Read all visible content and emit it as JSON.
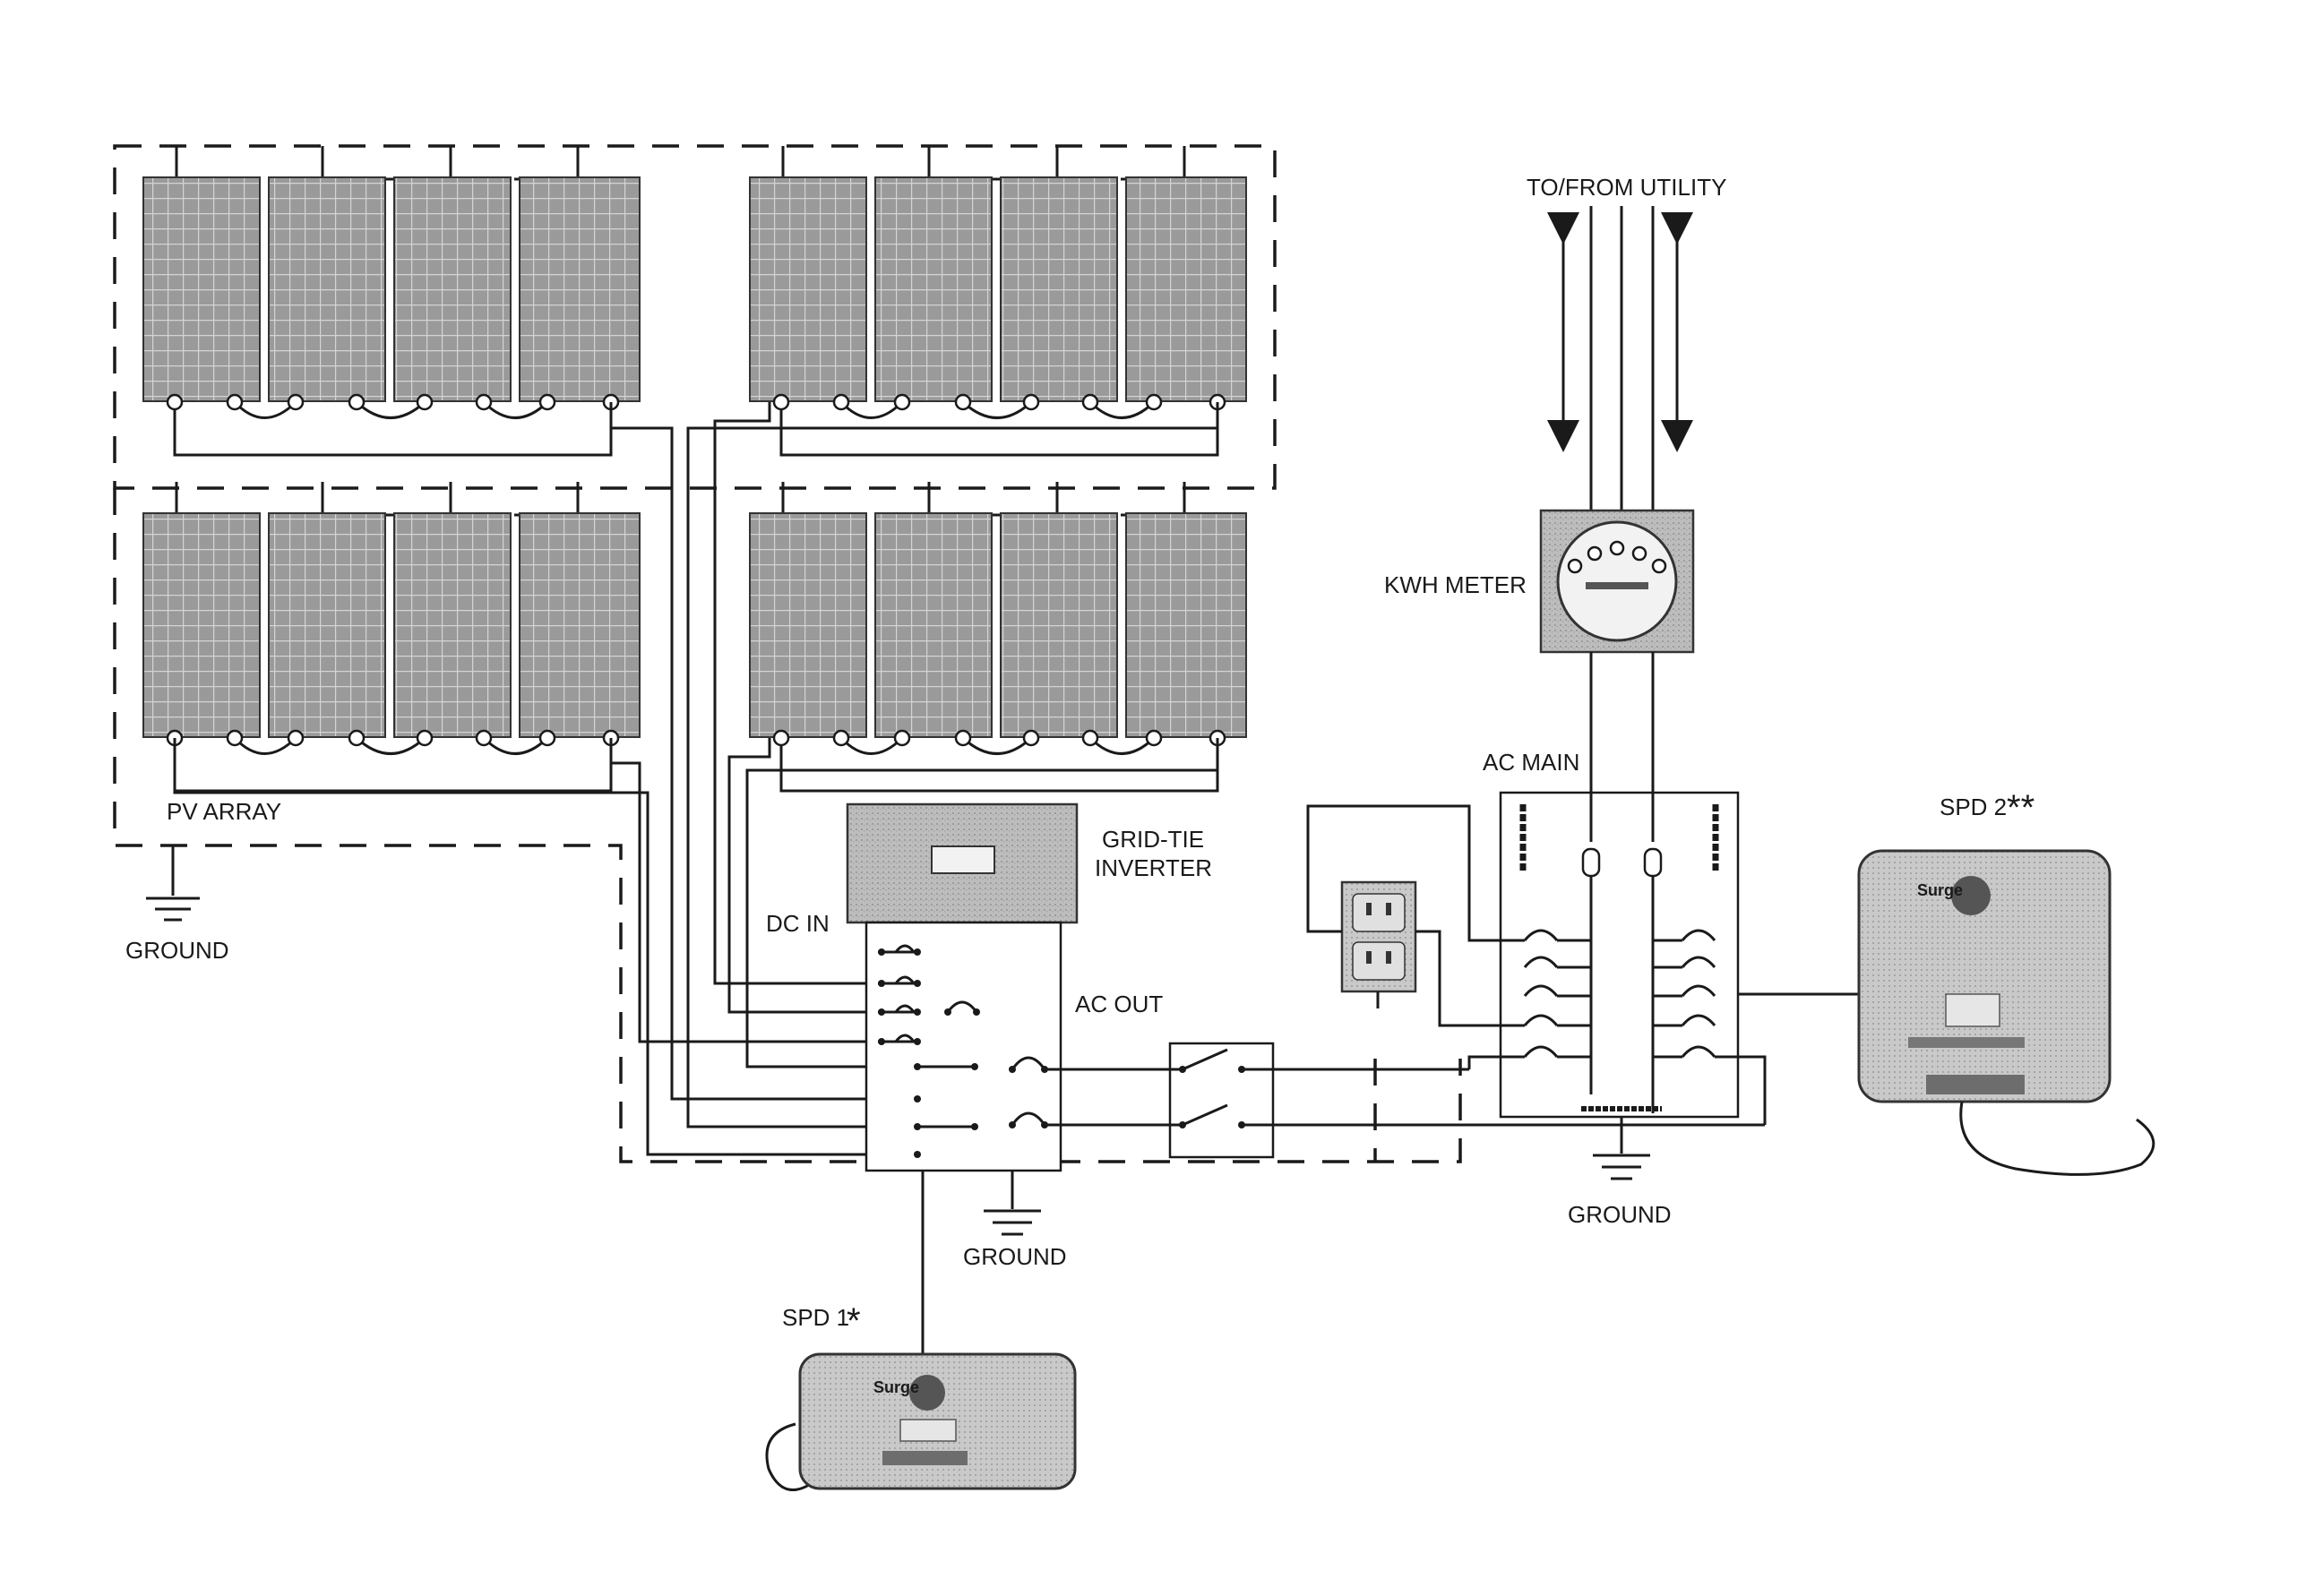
{
  "labels": {
    "utility": "TO/FROM UTILITY",
    "kwh_meter": "KWH METER",
    "ac_main": "AC MAIN",
    "spd2": "SPD 2",
    "spd2_mark": "**",
    "pv_array": "PV ARRAY",
    "ground": "GROUND",
    "inverter_line1": "GRID-TIE",
    "inverter_line2": "INVERTER",
    "dc_in": "DC IN",
    "ac_out": "AC OUT",
    "spd1": "SPD 1",
    "spd1_mark": "*"
  },
  "spd_brand": "Surge",
  "colors": {
    "line": "#1a1a1a",
    "panel_fill": "#9a9a9a",
    "panel_grid": "#d4d4d4",
    "device_fill": "#c4c4c4",
    "box_fill": "#bdbdbd"
  },
  "components": {
    "pv_subarrays": 4,
    "panels_per_subarray": 4,
    "icons": [
      "solar-panel-icon",
      "ground-symbol-icon",
      "kwh-meter-icon",
      "breaker-icon",
      "outlet-icon",
      "disconnect-switch-icon",
      "surge-protector-icon",
      "arrow-up-down-icon"
    ]
  }
}
